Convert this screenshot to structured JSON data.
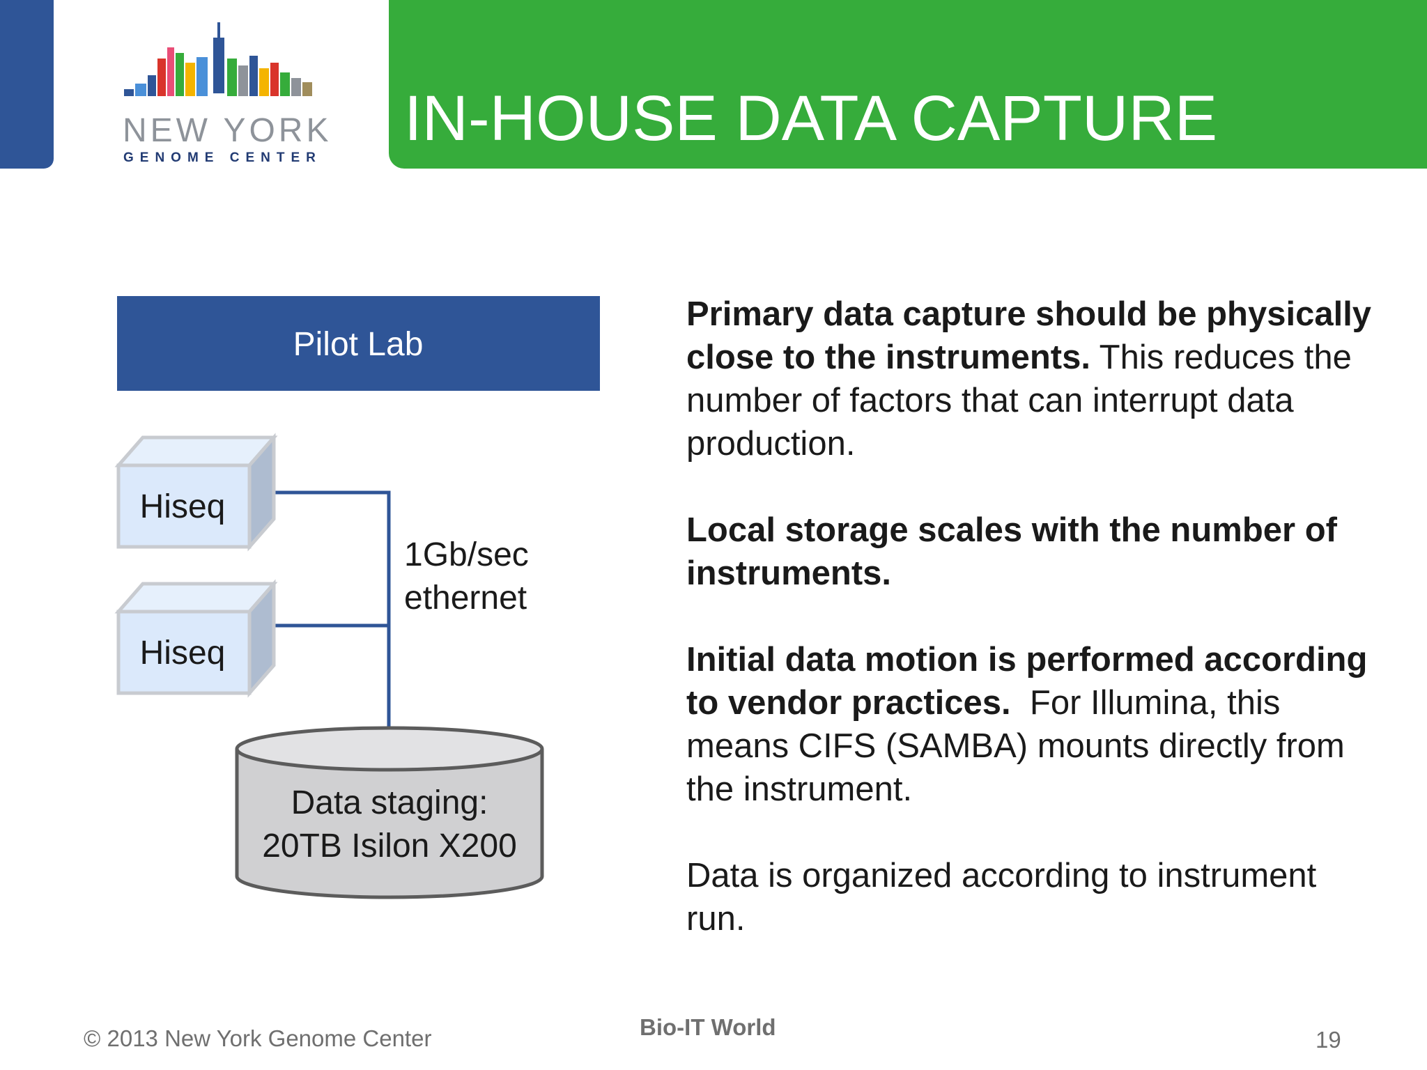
{
  "header": {
    "title": "IN-HOUSE DATA CAPTURE",
    "logo": {
      "name": "NEW YORK",
      "sub": "GENOME CENTER",
      "icon": "nygc-skyline-logo"
    }
  },
  "diagram": {
    "lab_label": "Pilot Lab",
    "instruments": [
      "Hiseq",
      "Hiseq"
    ],
    "link_label_line1": "1Gb/sec",
    "link_label_line2": "ethernet",
    "storage_line1": "Data staging:",
    "storage_line2": "20TB Isilon X200"
  },
  "body": {
    "p1_bold": "Primary data capture should be physically close to the instruments.",
    "p1_text": "This reduces the number of factors that can interrupt data production.",
    "p2_bold": "Local storage scales with the number of instruments.",
    "p3_bold": "Initial data motion is performed according to vendor practices.",
    "p3_text": "For Illumina, this means CIFS (SAMBA) mounts directly from the instrument.",
    "p4_text": "Data is organized according to instrument run."
  },
  "footer": {
    "copyright": "© 2013 New York Genome Center",
    "event": "Bio-IT World",
    "page_number": "19"
  },
  "colors": {
    "title_bar": "#36ac3b",
    "accent_blue": "#2f5597",
    "instrument_fill": "#dbe9fb",
    "storage_fill": "#d0d0d2"
  }
}
